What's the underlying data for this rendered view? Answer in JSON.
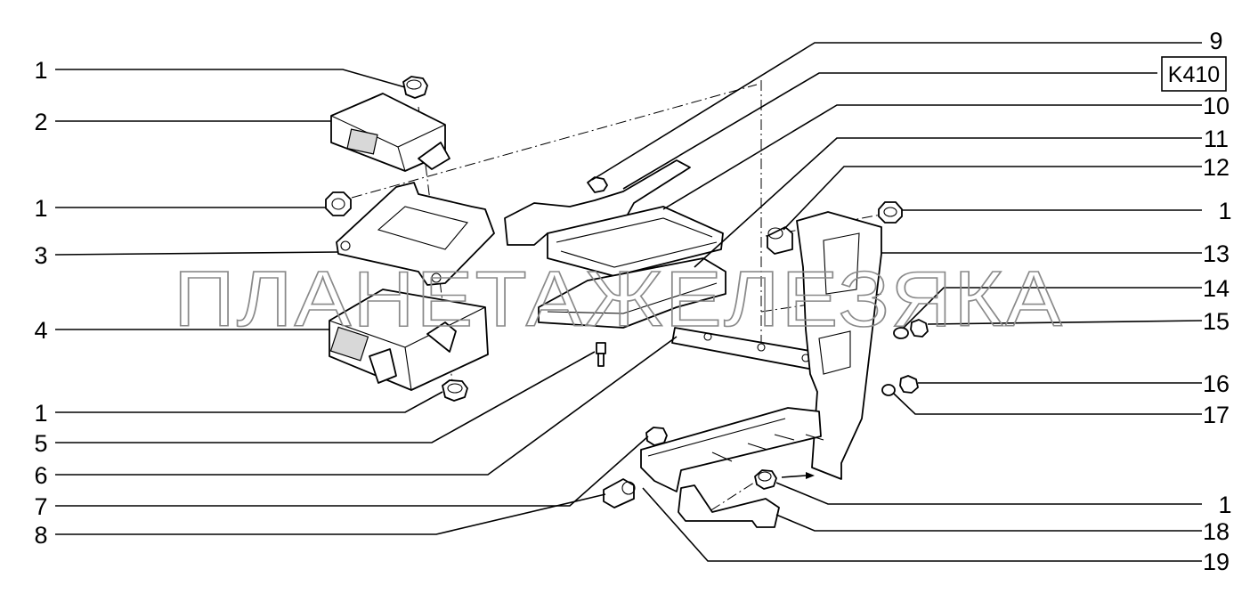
{
  "diagram": {
    "code_label": "K410",
    "watermark": "ПЛАНЕТАЖЕЛЕЗЯКА",
    "callouts": [
      {
        "id": "l1a",
        "text": "1"
      },
      {
        "id": "l2",
        "text": "2"
      },
      {
        "id": "l1b",
        "text": "1"
      },
      {
        "id": "l3",
        "text": "3"
      },
      {
        "id": "l4",
        "text": "4"
      },
      {
        "id": "l1c",
        "text": "1"
      },
      {
        "id": "l5",
        "text": "5"
      },
      {
        "id": "l6",
        "text": "6"
      },
      {
        "id": "l7",
        "text": "7"
      },
      {
        "id": "l8",
        "text": "8"
      },
      {
        "id": "l9",
        "text": "9"
      },
      {
        "id": "l10",
        "text": "10"
      },
      {
        "id": "l11",
        "text": "11"
      },
      {
        "id": "l12",
        "text": "12"
      },
      {
        "id": "l1d",
        "text": "1"
      },
      {
        "id": "l13",
        "text": "13"
      },
      {
        "id": "l14",
        "text": "14"
      },
      {
        "id": "l15",
        "text": "15"
      },
      {
        "id": "l16",
        "text": "16"
      },
      {
        "id": "l17",
        "text": "17"
      },
      {
        "id": "l1e",
        "text": "1"
      },
      {
        "id": "l18",
        "text": "18"
      },
      {
        "id": "l19",
        "text": "19"
      }
    ]
  }
}
